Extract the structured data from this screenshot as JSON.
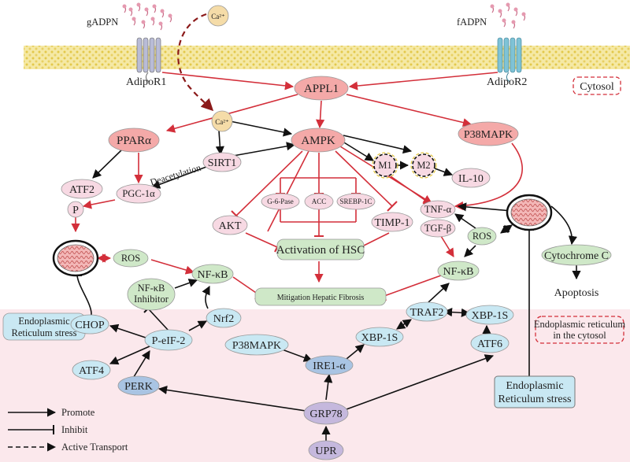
{
  "labels": {
    "gadpn": "gADPN",
    "fadpn": "fADPN",
    "ca_top": "Ca²⁺",
    "adipor1": "AdipoR1",
    "adipor2": "AdipoR2",
    "cytosol": "Cytosol",
    "appl1": "APPL1",
    "ppara": "PPARα",
    "ca_mid": "Ca²⁺",
    "ampk": "AMPK",
    "p38mapk_top": "P38MAPK",
    "m1": "M1",
    "m2": "M2",
    "il10": "IL-10",
    "atf2": "ATF2",
    "sirt1": "SIRT1",
    "deacetylation": "Deacetylation",
    "pgc1a": "PGC-1α",
    "g6pase": "G-6-Pase",
    "acc": "ACC",
    "srebp": "SREBP-1C",
    "timp1": "TIMP-1",
    "tnfa": "TNF-α",
    "tgfb": "TGF-β",
    "p": "P",
    "akt": "AKT",
    "activation_hsc": "Activation of HSC",
    "ros_left": "ROS",
    "ros_right": "ROS",
    "nfkb_left": "NF-κB",
    "nfkb_right": "NF-κB",
    "nfkb_inhibitor_1": "NF-κB",
    "nfkb_inhibitor_2": "Inhibitor",
    "mitigation": "Mitigation Hepatic Fibrosis",
    "cytochrome_c": "Cytochrome C",
    "apoptosis": "Apoptosis",
    "er_stress_left_1": "Endoplasmic",
    "er_stress_left_2": "Reticulum stress",
    "chop": "CHOP",
    "nrf2": "Nrf2",
    "peif2": "P-eIF-2",
    "atf4": "ATF4",
    "perk": "PERK",
    "p38mapk_bottom": "P38MAPK",
    "ire1a": "IRE1-α",
    "xbp1s_mid": "XBP-1S",
    "traf2": "TRAF2",
    "xbp1s_right": "XBP-1S",
    "atf6": "ATF6",
    "er_cytosol_1": "Endoplasmic reticulum",
    "er_cytosol_2": "in the cytosol",
    "er_stress_right_1": "Endoplasmic",
    "er_stress_right_2": "Reticulum stress",
    "grp78": "GRP78",
    "upr": "UPR"
  },
  "legend": {
    "promote": "Promote",
    "inhibit": "Inhibit",
    "active_transport": "Active Transport"
  },
  "colors": {
    "red_arrow": "#d32f3a",
    "black_arrow": "#111111",
    "pink_fill": "#f4a9a8",
    "light_pink_fill": "#f7d9e3",
    "green_fill": "#cfe8c8",
    "blue_fill": "#c9e8f3",
    "lavender_fill": "#c5c9e8",
    "lower_bg": "#fbe8ec",
    "membrane": "#f2e08a"
  }
}
